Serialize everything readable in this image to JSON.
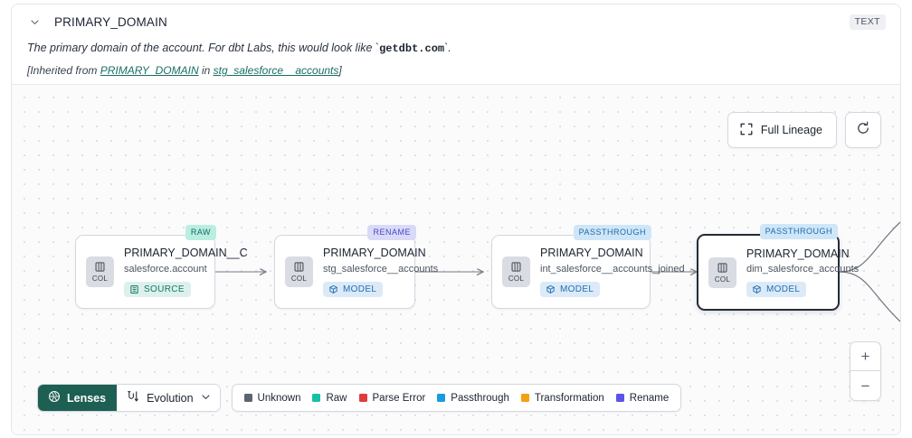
{
  "header": {
    "chevron_icon": "chevron-down-icon",
    "column_name": "PRIMARY_DOMAIN",
    "type_badge": "TEXT",
    "description_prefix": "The primary domain of the account. For dbt Labs, this would look like `",
    "description_code": "getdbt.com",
    "description_suffix": "`.",
    "inherited_prefix": "[Inherited from ",
    "inherited_link1": "PRIMARY_DOMAIN",
    "inherited_middle": " in ",
    "inherited_link2": "stg_salesforce__accounts",
    "inherited_suffix": "]"
  },
  "controls": {
    "full_lineage_label": "Full Lineage",
    "full_lineage_icon": "expand-icon",
    "refresh_icon": "refresh-icon",
    "zoom_in_label": "+",
    "zoom_out_label": "−"
  },
  "graph": {
    "nodes": [
      {
        "badge": "RAW",
        "badge_kind": "raw",
        "chip_label": "COL",
        "title": "PRIMARY_DOMAIN__C",
        "subtitle": "salesforce.account",
        "tag": "SOURCE",
        "tag_kind": "source",
        "selected": false
      },
      {
        "badge": "RENAME",
        "badge_kind": "rename",
        "chip_label": "COL",
        "title": "PRIMARY_DOMAIN",
        "subtitle": "stg_salesforce__accounts",
        "tag": "MODEL",
        "tag_kind": "model",
        "selected": false
      },
      {
        "badge": "PASSTHROUGH",
        "badge_kind": "passthrough",
        "chip_label": "COL",
        "title": "PRIMARY_DOMAIN",
        "subtitle": "int_salesforce__accounts_joined",
        "tag": "MODEL",
        "tag_kind": "model",
        "selected": false
      },
      {
        "badge": "PASSTHROUGH",
        "badge_kind": "passthrough",
        "chip_label": "COL",
        "title": "PRIMARY_DOMAIN",
        "subtitle": "dim_salesforce_accounts",
        "tag": "MODEL",
        "tag_kind": "model",
        "selected": true
      }
    ]
  },
  "bottom": {
    "lenses_label": "Lenses",
    "lenses_icon": "aperture-icon",
    "evolution_label": "Evolution",
    "evolution_icon": "evolution-icon",
    "evolution_chevron": "chevron-down-icon",
    "legend": [
      {
        "label": "Unknown",
        "color": "#5d646f"
      },
      {
        "label": "Raw",
        "color": "#14c1a5"
      },
      {
        "label": "Parse Error",
        "color": "#e03b3b"
      },
      {
        "label": "Passthrough",
        "color": "#1a9ae0"
      },
      {
        "label": "Transformation",
        "color": "#f5a013"
      },
      {
        "label": "Rename",
        "color": "#5b53ea"
      }
    ]
  }
}
